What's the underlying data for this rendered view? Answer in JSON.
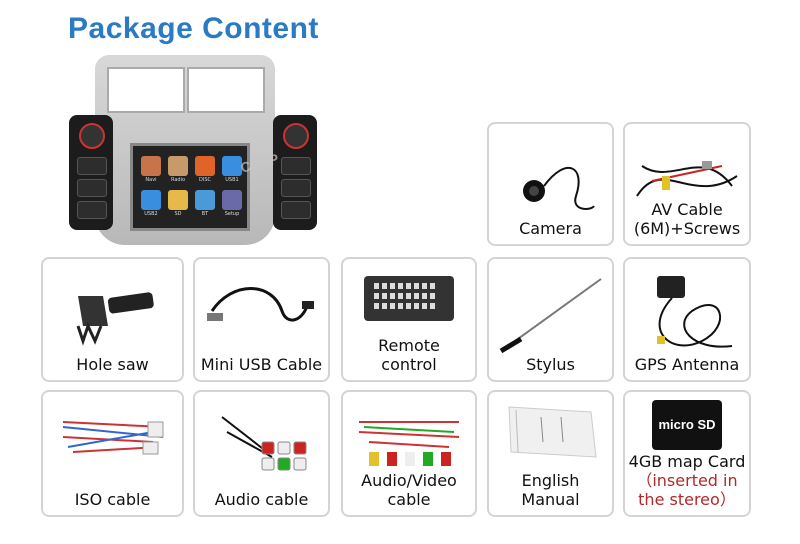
{
  "title": "Package Content",
  "stereo": {
    "watermark": "CUSP",
    "apps": [
      {
        "label": "Navi",
        "color": "#c8744a"
      },
      {
        "label": "Radio",
        "color": "#c89a6a"
      },
      {
        "label": "DISC",
        "color": "#e0632a"
      },
      {
        "label": "USB1",
        "color": "#3a8ee0"
      },
      {
        "label": "USB2",
        "color": "#3a8ee0"
      },
      {
        "label": "SD",
        "color": "#e7b84a"
      },
      {
        "label": "BT",
        "color": "#4a9ad8"
      },
      {
        "label": "Setup",
        "color": "#6a6aa8"
      }
    ]
  },
  "items": [
    {
      "label": "Camera"
    },
    {
      "label": "AV Cable",
      "label2": "(6M)+Screws"
    },
    {
      "label": "Hole saw"
    },
    {
      "label": "Mini USB Cable"
    },
    {
      "label": "Remote",
      "label2": "control"
    },
    {
      "label": "Stylus"
    },
    {
      "label": "GPS Antenna"
    },
    {
      "label": "ISO cable"
    },
    {
      "label": "Audio cable"
    },
    {
      "label": "Audio/Video",
      "label2": "cable"
    },
    {
      "label": "English",
      "label2": "Manual"
    },
    {
      "label": "4GB map Card",
      "label2": "（inserted in",
      "label3": "the stereo）"
    }
  ],
  "sd_card": {
    "brand": "micro SD",
    "size": "4GB"
  }
}
